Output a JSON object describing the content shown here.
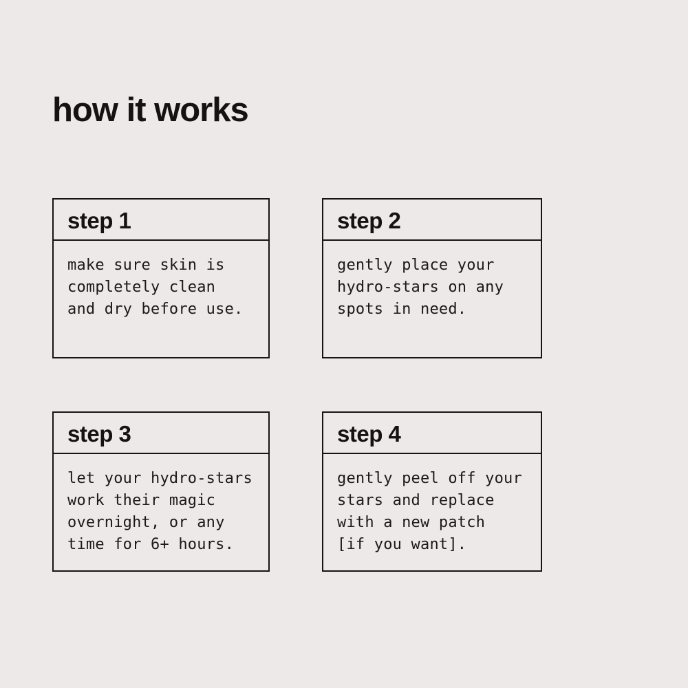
{
  "page": {
    "background_color": "#ece9e8",
    "text_color": "#141312",
    "border_color": "#161514"
  },
  "title": "how it works",
  "steps": [
    {
      "label": "step 1",
      "body": "make sure skin is\ncompletely clean\nand dry before use."
    },
    {
      "label": "step 2",
      "body": "gently place your\nhydro-stars on any\nspots in need."
    },
    {
      "label": "step 3",
      "body": "let your hydro-stars\nwork their magic\novernight, or any\ntime for 6+ hours."
    },
    {
      "label": "step 4",
      "body": "gently peel off your\nstars and replace\nwith a new patch\n[if you want]."
    }
  ]
}
